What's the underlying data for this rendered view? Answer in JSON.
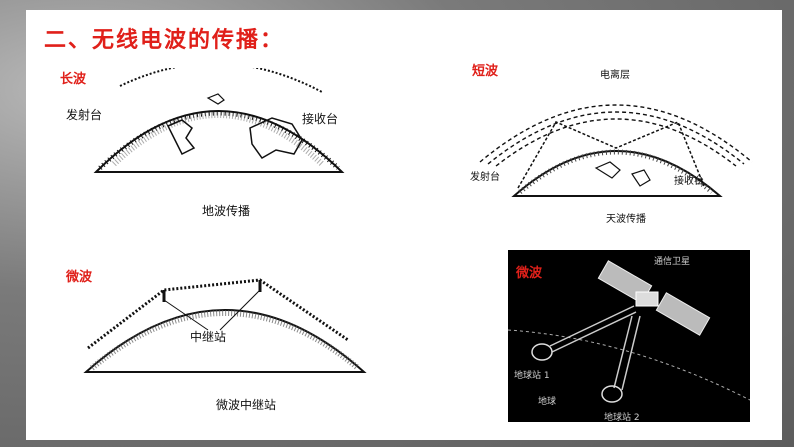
{
  "title": "二、无线电波的传播：",
  "long_wave": {
    "label": "长波",
    "transmitter": "发射台",
    "receiver": "接收台",
    "caption": "地波传播"
  },
  "short_wave": {
    "label": "短波",
    "ionosphere": "电离层",
    "transmitter": "发射台",
    "receiver": "接收台",
    "caption": "天波传播"
  },
  "microwave": {
    "label": "微波",
    "relay": "中继站",
    "caption": "微波中继站"
  },
  "satellite": {
    "label": "微波",
    "satellite": "通信卫星",
    "station1": "地球站 1",
    "station2": "地球站 2",
    "earth": "地球"
  },
  "colors": {
    "title_red": "#e0201a",
    "panel_black": "#000000"
  }
}
